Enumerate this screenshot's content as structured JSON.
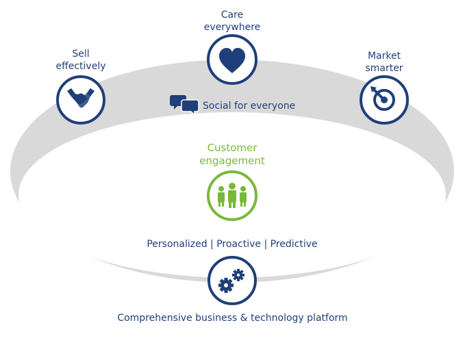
{
  "nodes": {
    "care": {
      "line1": "Care",
      "line2": "everywhere",
      "icon": "heart-icon"
    },
    "sell": {
      "line1": "Sell",
      "line2": "effectively",
      "icon": "handshake-icon"
    },
    "market": {
      "line1": "Market",
      "line2": "smarter",
      "icon": "target-icon"
    },
    "customer": {
      "line1": "Customer",
      "line2": "engagement",
      "icon": "people-icon"
    },
    "platform": {
      "label": "Comprehensive business & technology platform",
      "icon": "gears-icon"
    }
  },
  "social": {
    "label": "Social for everyone",
    "icon": "chat-bubbles-icon"
  },
  "tagline": "Personalized | Proactive | Predictive",
  "colors": {
    "navy": "#1f3f7a",
    "green": "#7ab83a",
    "ring": "#d9d9d9",
    "inner": "#ffffff"
  }
}
